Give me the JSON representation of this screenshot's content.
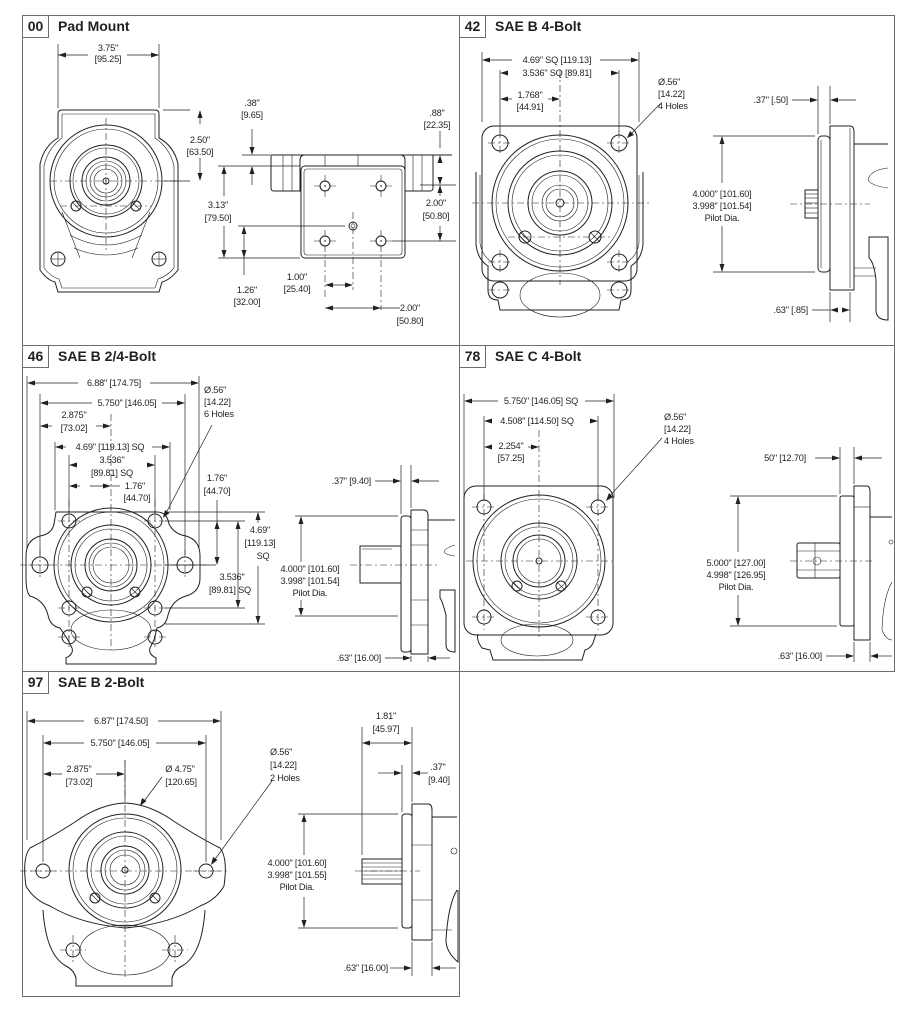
{
  "document": {
    "type": "mounting-flange dimension drawings",
    "units_note": "inches [millimeters]"
  },
  "panels": [
    {
      "code": "00",
      "title": "Pad Mount",
      "dims": {
        "width_in": "3.75\"",
        "width_mm": "[95.25]",
        "height_in": "2.50\"",
        "height_mm": "[63.50]",
        "pad_offset_in": ".38\"",
        "pad_offset_mm": "[9.65]",
        "pad_depth_in": ".88\"",
        "pad_depth_mm": "[22.35]",
        "total_height_in": "3.13\"",
        "total_height_mm": "[79.50]",
        "hole_vspacing_in": "2.00\"",
        "hole_vspacing_mm": "[50.80]",
        "center_offset_in": "1.26\"",
        "center_offset_mm": "[32.00]",
        "half_spacing_in": "1.00\"",
        "half_spacing_mm": "[25.40]",
        "hole_hspacing_in": "2.00\"",
        "hole_hspacing_mm": "[50.80]"
      }
    },
    {
      "code": "42",
      "title": "SAE B 4-Bolt",
      "dims": {
        "outer_sq": "4.69\" SQ [119.13]",
        "bolt_sq": "3.536\" SQ [89.81]",
        "half_bolt_in": "1.768\"",
        "half_bolt_mm": "[44.91]",
        "hole_dia": "Ø.56\"",
        "hole_dia_mm": "[14.22]",
        "hole_count": "4 Holes",
        "pilot_depth": ".37\" [.50]",
        "pilot_max": "4.000\" [101.60]",
        "pilot_min": "3.998\" [101.54]",
        "pilot_label": "Pilot Dia.",
        "flange_thk": ".63\" [.85]"
      }
    },
    {
      "code": "46",
      "title": "SAE B 2/4-Bolt",
      "dims": {
        "overall": "6.88\" [174.75]",
        "two_bolt": "5.750\" [146.05]",
        "half_two_bolt_in": "2.875\"",
        "half_two_bolt_mm": "[73.02]",
        "outer_sq": "4.69\" [119.13] SQ",
        "bolt_sq_in": "3.536\"",
        "bolt_sq_mm": "[89.81] SQ",
        "half_sq_in": "1.76\"",
        "half_sq_mm": "[44.70]",
        "hole_dia": "Ø.56\"",
        "hole_dia_mm": "[14.22]",
        "hole_count": "6 Holes",
        "v_half_in": "1.76\"",
        "v_half_mm": "[44.70]",
        "v_outer_in": "4.69\"",
        "v_outer_mm": "[119.13]",
        "v_outer_sq": "SQ",
        "v_bolt_in": "3.536\"",
        "v_bolt_mm": "[89.81] SQ",
        "pilot_depth": ".37\" [9.40]",
        "pilot_max": "4.000\" [101.60]",
        "pilot_min": "3.998\" [101.54]",
        "pilot_label": "Pilot Dia.",
        "flange_thk": ".63\" [16.00]"
      }
    },
    {
      "code": "78",
      "title": "SAE C 4-Bolt",
      "dims": {
        "outer_sq": "5.750\" [146.05] SQ",
        "bolt_sq": "4.508\" [114.50] SQ",
        "half_bolt_in": "2.254\"",
        "half_bolt_mm": "[57.25]",
        "hole_dia": "Ø.56\"",
        "hole_dia_mm": "[14.22]",
        "hole_count": "4 Holes",
        "pilot_depth": "50\" [12.70]",
        "pilot_max": "5.000\" [127.00]",
        "pilot_min": "4.998\" [126.95]",
        "pilot_label": "Pilot Dia.",
        "flange_thk": ".63\" [16.00]"
      }
    },
    {
      "code": "97",
      "title": "SAE B 2-Bolt",
      "dims": {
        "overall": "6.87\" [174.50]",
        "two_bolt": "5.750\" [146.05]",
        "half_two_bolt_in": "2.875\"",
        "half_two_bolt_mm": "[73.02]",
        "flange_dia_in": "Ø 4.75\"",
        "flange_dia_mm": "[120.65]",
        "hole_dia": "Ø.56\"",
        "hole_dia_mm": "[14.22]",
        "hole_count": "2 Holes",
        "shaft_len_in": "1.81\"",
        "shaft_len_mm": "[45.97]",
        "pilot_depth_in": ".37\"",
        "pilot_depth_mm": "[9.40]",
        "pilot_max": "4.000\" [101.60]",
        "pilot_min": "3.998\" [101.55]",
        "pilot_label": "Pilot Dia.",
        "flange_thk": ".63\" [16.00]"
      }
    }
  ]
}
